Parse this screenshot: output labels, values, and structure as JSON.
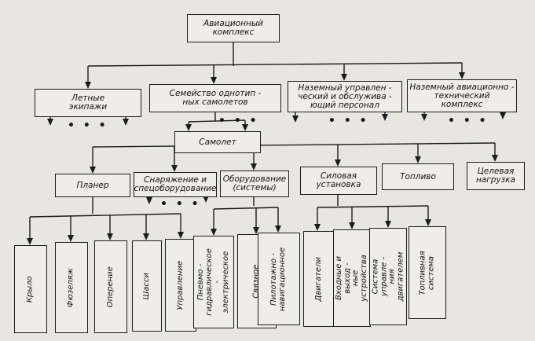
{
  "root": "Авиационный\nкомплекс",
  "level1": [
    "Летные\nэкипажи",
    "Семейство однотип -\nных самолетов",
    "Наземный управлен -\nческий и обслужива -\nющий персонал",
    "Наземный авиационно -\nтехнический\nкомплекс"
  ],
  "aircraft": "Самолет",
  "level3": [
    "Планер",
    "Снаряжение и\nспецоборудование",
    "Оборудование\n(системы)",
    "Силовая\nустановка",
    "Топливо",
    "Целевая\nнагрузка"
  ],
  "airframe_parts": [
    "Крыло",
    "Фюзеляж",
    "Оперение",
    "Шасси",
    "Управление"
  ],
  "systems": [
    "Пневмо -\nгидравлическое -\nэлектрическое",
    "Связное",
    "Пилотажно -\nнавигационное"
  ],
  "powerplant_parts": [
    "Двигатели",
    "Входные и выход -\nные устройства",
    "Система управле -\nния двигателем",
    "Топливная\nсистема"
  ],
  "dots": "• • •"
}
